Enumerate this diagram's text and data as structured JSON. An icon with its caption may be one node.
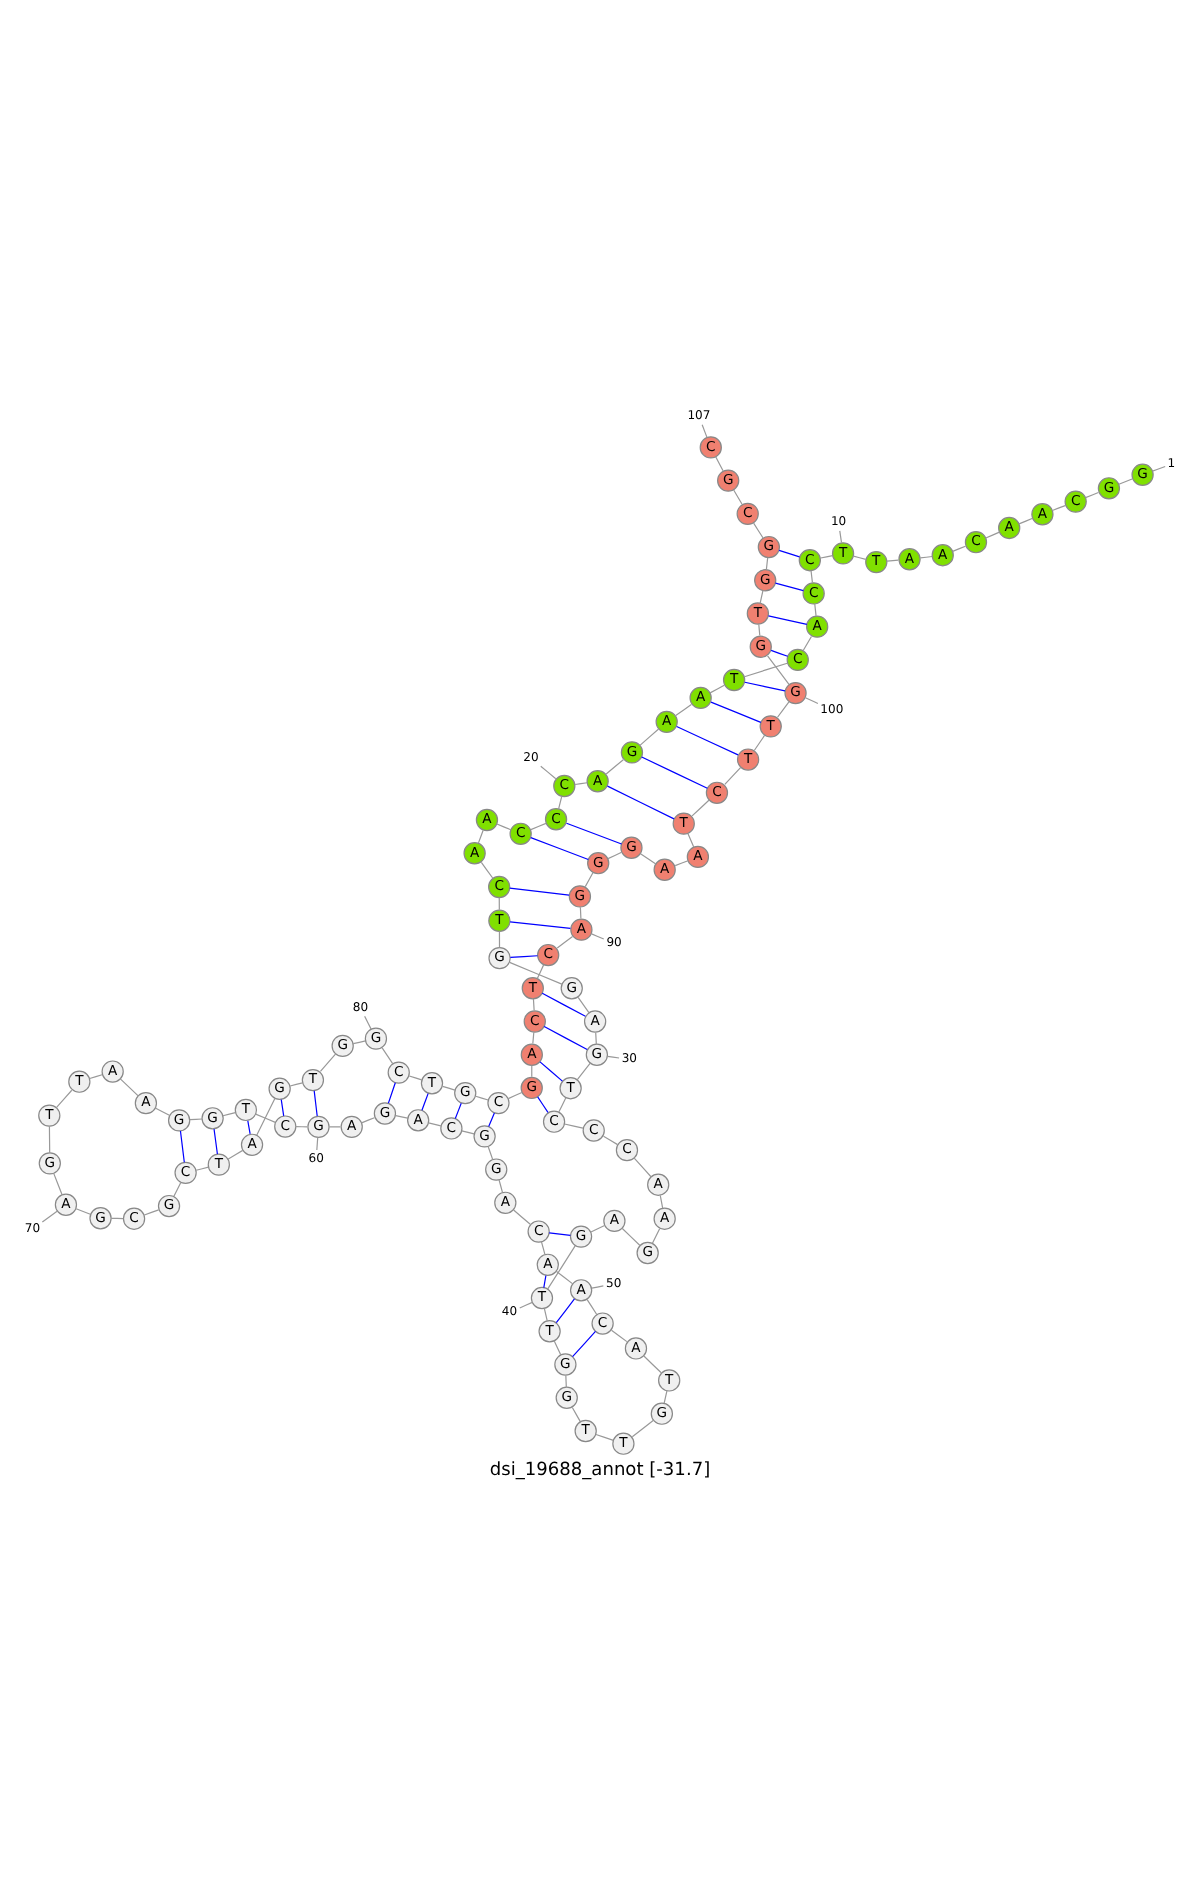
{
  "diagram": {
    "title": "dsi_19688_annot [-31.7]",
    "nodes": [
      {
        "text": [
          "G"
        ]
      },
      {
        "text": [
          "G"
        ]
      },
      {
        "text": [
          "C"
        ]
      },
      {
        "text": [
          "A"
        ]
      },
      {
        "text": [
          "A"
        ]
      },
      {
        "text": [
          "C"
        ]
      },
      {
        "text": [
          "A"
        ]
      },
      {
        "text": [
          "A"
        ]
      },
      {
        "text": [
          "T"
        ]
      },
      {
        "text": [
          "T"
        ]
      },
      {
        "text": [
          "C"
        ]
      },
      {
        "text": [
          "C"
        ]
      },
      {
        "text": [
          "A"
        ]
      },
      {
        "text": [
          "C"
        ]
      },
      {
        "text": [
          "T"
        ]
      },
      {
        "text": [
          "A"
        ]
      },
      {
        "text": [
          "A"
        ]
      },
      {
        "text": [
          "G"
        ]
      },
      {
        "text": [
          "A"
        ]
      },
      {
        "text": [
          "C"
        ]
      },
      {
        "text": [
          "C"
        ]
      },
      {
        "text": [
          "C"
        ]
      },
      {
        "text": [
          "A"
        ]
      },
      {
        "text": [
          "A"
        ]
      },
      {
        "text": [
          "C"
        ]
      },
      {
        "text": [
          "T"
        ]
      },
      {
        "text": [
          "G"
        ]
      },
      {
        "text": [
          "G"
        ]
      },
      {
        "text": [
          "A"
        ]
      },
      {
        "text": [
          "G"
        ]
      },
      {
        "text": [
          "T"
        ]
      },
      {
        "text": [
          "C"
        ]
      },
      {
        "text": [
          "C"
        ]
      },
      {
        "text": [
          "C"
        ]
      },
      {
        "text": [
          "A"
        ]
      },
      {
        "text": [
          "A"
        ]
      },
      {
        "text": [
          "G"
        ]
      },
      {
        "text": [
          "A"
        ]
      },
      {
        "text": [
          "G"
        ]
      },
      {
        "text": [
          "T"
        ]
      },
      {
        "text": [
          "T"
        ]
      },
      {
        "text": [
          "G"
        ]
      },
      {
        "text": [
          "G"
        ]
      },
      {
        "text": [
          "T"
        ]
      },
      {
        "text": [
          "T"
        ]
      },
      {
        "text": [
          "G"
        ]
      },
      {
        "text": [
          "T"
        ]
      },
      {
        "text": [
          "A"
        ]
      },
      {
        "text": [
          "C"
        ]
      },
      {
        "text": [
          "A"
        ]
      },
      {
        "text": [
          "A"
        ]
      },
      {
        "text": [
          "C"
        ]
      },
      {
        "text": [
          "A"
        ]
      },
      {
        "text": [
          "G"
        ]
      },
      {
        "text": [
          "G"
        ]
      },
      {
        "text": [
          "C"
        ]
      },
      {
        "text": [
          "A"
        ]
      },
      {
        "text": [
          "G"
        ]
      },
      {
        "text": [
          "A"
        ]
      },
      {
        "text": [
          "G"
        ]
      },
      {
        "text": [
          "C"
        ]
      },
      {
        "text": [
          "T"
        ]
      },
      {
        "text": [
          "G"
        ]
      },
      {
        "text": [
          "G"
        ]
      },
      {
        "text": [
          "A"
        ]
      },
      {
        "text": [
          "A"
        ]
      },
      {
        "text": [
          "T"
        ]
      },
      {
        "text": [
          "T"
        ]
      },
      {
        "text": [
          "G"
        ]
      },
      {
        "text": [
          "A"
        ]
      },
      {
        "text": [
          "G"
        ]
      },
      {
        "text": [
          "C"
        ]
      },
      {
        "text": [
          "G"
        ]
      },
      {
        "text": [
          "C"
        ]
      },
      {
        "text": [
          "T"
        ]
      },
      {
        "text": [
          "A"
        ]
      },
      {
        "text": [
          "G"
        ]
      },
      {
        "text": [
          "T"
        ]
      },
      {
        "text": [
          "G"
        ]
      },
      {
        "text": [
          "G"
        ]
      },
      {
        "text": [
          "C"
        ]
      },
      {
        "text": [
          "T"
        ]
      },
      {
        "text": [
          "G"
        ]
      },
      {
        "text": [
          "C"
        ]
      },
      {
        "text": [
          "G"
        ]
      },
      {
        "text": [
          "A"
        ]
      },
      {
        "text": [
          "C"
        ]
      },
      {
        "text": [
          "T"
        ]
      },
      {
        "text": [
          "C"
        ]
      },
      {
        "text": [
          "A"
        ]
      },
      {
        "text": [
          "G"
        ]
      },
      {
        "text": [
          "G"
        ]
      },
      {
        "text": [
          "G"
        ]
      },
      {
        "text": [
          "A"
        ]
      },
      {
        "text": [
          "A"
        ]
      },
      {
        "text": [
          "T"
        ]
      },
      {
        "text": [
          "C"
        ]
      },
      {
        "text": [
          "T"
        ]
      },
      {
        "text": [
          "T"
        ]
      },
      {
        "text": [
          "G"
        ]
      },
      {
        "text": [
          "G"
        ]
      },
      {
        "text": [
          "T"
        ]
      },
      {
        "text": [
          "G"
        ]
      },
      {
        "text": [
          "G"
        ]
      },
      {
        "text": [
          "C"
        ]
      },
      {
        "text": [
          "G"
        ]
      },
      {
        "text": [
          "C"
        ]
      },
      {
        "text": [
          "1"
        ]
      },
      {
        "text": [
          "10"
        ]
      },
      {
        "text": [
          "20"
        ]
      },
      {
        "text": [
          "30"
        ]
      },
      {
        "text": [
          "40"
        ]
      },
      {
        "text": [
          "50"
        ]
      },
      {
        "text": [
          "60"
        ]
      },
      {
        "text": [
          "70"
        ]
      },
      {
        "text": [
          "80"
        ]
      },
      {
        "text": [
          "90"
        ]
      },
      {
        "text": [
          "100"
        ]
      },
      {
        "text": [
          "107"
        ]
      }
    ],
    "edges": [
      {
        "from": 0,
        "to": 1,
        "arrow": "none"
      },
      {
        "from": 1,
        "to": 2,
        "arrow": "none"
      },
      {
        "from": 2,
        "to": 3,
        "arrow": "none"
      },
      {
        "from": 3,
        "to": 4,
        "arrow": "none"
      },
      {
        "from": 4,
        "to": 5,
        "arrow": "none"
      },
      {
        "from": 5,
        "to": 6,
        "arrow": "none"
      },
      {
        "from": 6,
        "to": 7,
        "arrow": "none"
      },
      {
        "from": 7,
        "to": 8,
        "arrow": "none"
      },
      {
        "from": 8,
        "to": 9,
        "arrow": "none"
      },
      {
        "from": 9,
        "to": 10,
        "arrow": "none"
      },
      {
        "from": 10,
        "to": 11,
        "arrow": "none"
      },
      {
        "from": 11,
        "to": 12,
        "arrow": "none"
      },
      {
        "from": 12,
        "to": 13,
        "arrow": "none"
      },
      {
        "from": 13,
        "to": 14,
        "arrow": "none"
      },
      {
        "from": 14,
        "to": 15,
        "arrow": "none"
      },
      {
        "from": 15,
        "to": 16,
        "arrow": "none"
      },
      {
        "from": 16,
        "to": 17,
        "arrow": "none"
      },
      {
        "from": 17,
        "to": 18,
        "arrow": "none"
      },
      {
        "from": 18,
        "to": 19,
        "arrow": "none"
      },
      {
        "from": 19,
        "to": 20,
        "arrow": "none"
      },
      {
        "from": 20,
        "to": 21,
        "arrow": "none"
      },
      {
        "from": 21,
        "to": 22,
        "arrow": "none"
      },
      {
        "from": 22,
        "to": 23,
        "arrow": "none"
      },
      {
        "from": 23,
        "to": 24,
        "arrow": "none"
      },
      {
        "from": 24,
        "to": 25,
        "arrow": "none"
      },
      {
        "from": 25,
        "to": 26,
        "arrow": "none"
      },
      {
        "from": 26,
        "to": 27,
        "arrow": "none"
      },
      {
        "from": 27,
        "to": 28,
        "arrow": "none"
      },
      {
        "from": 28,
        "to": 29,
        "arrow": "none"
      },
      {
        "from": 29,
        "to": 30,
        "arrow": "none"
      },
      {
        "from": 30,
        "to": 31,
        "arrow": "none"
      },
      {
        "from": 31,
        "to": 32,
        "arrow": "none"
      },
      {
        "from": 32,
        "to": 33,
        "arrow": "none"
      },
      {
        "from": 33,
        "to": 34,
        "arrow": "none"
      },
      {
        "from": 34,
        "to": 35,
        "arrow": "none"
      },
      {
        "from": 35,
        "to": 36,
        "arrow": "none"
      },
      {
        "from": 36,
        "to": 37,
        "arrow": "none"
      },
      {
        "from": 37,
        "to": 38,
        "arrow": "none"
      },
      {
        "from": 38,
        "to": 39,
        "arrow": "none"
      },
      {
        "from": 39,
        "to": 40,
        "arrow": "none"
      },
      {
        "from": 40,
        "to": 41,
        "arrow": "none"
      },
      {
        "from": 41,
        "to": 42,
        "arrow": "none"
      },
      {
        "from": 42,
        "to": 43,
        "arrow": "none"
      },
      {
        "from": 43,
        "to": 44,
        "arrow": "none"
      },
      {
        "from": 44,
        "to": 45,
        "arrow": "none"
      },
      {
        "from": 45,
        "to": 46,
        "arrow": "none"
      },
      {
        "from": 46,
        "to": 47,
        "arrow": "none"
      },
      {
        "from": 47,
        "to": 48,
        "arrow": "none"
      },
      {
        "from": 48,
        "to": 49,
        "arrow": "none"
      },
      {
        "from": 49,
        "to": 50,
        "arrow": "none"
      },
      {
        "from": 50,
        "to": 51,
        "arrow": "none"
      },
      {
        "from": 51,
        "to": 52,
        "arrow": "none"
      },
      {
        "from": 52,
        "to": 53,
        "arrow": "none"
      },
      {
        "from": 53,
        "to": 54,
        "arrow": "none"
      },
      {
        "from": 54,
        "to": 55,
        "arrow": "none"
      },
      {
        "from": 55,
        "to": 56,
        "arrow": "none"
      },
      {
        "from": 56,
        "to": 57,
        "arrow": "none"
      },
      {
        "from": 57,
        "to": 58,
        "arrow": "none"
      },
      {
        "from": 58,
        "to": 59,
        "arrow": "none"
      },
      {
        "from": 59,
        "to": 60,
        "arrow": "none"
      },
      {
        "from": 60,
        "to": 61,
        "arrow": "none"
      },
      {
        "from": 61,
        "to": 62,
        "arrow": "none"
      },
      {
        "from": 62,
        "to": 63,
        "arrow": "none"
      },
      {
        "from": 63,
        "to": 64,
        "arrow": "none"
      },
      {
        "from": 64,
        "to": 65,
        "arrow": "none"
      },
      {
        "from": 65,
        "to": 66,
        "arrow": "none"
      },
      {
        "from": 66,
        "to": 67,
        "arrow": "none"
      },
      {
        "from": 67,
        "to": 68,
        "arrow": "none"
      },
      {
        "from": 68,
        "to": 69,
        "arrow": "none"
      },
      {
        "from": 69,
        "to": 70,
        "arrow": "none"
      },
      {
        "from": 70,
        "to": 71,
        "arrow": "none"
      },
      {
        "from": 71,
        "to": 72,
        "arrow": "none"
      },
      {
        "from": 72,
        "to": 73,
        "arrow": "none"
      },
      {
        "from": 73,
        "to": 74,
        "arrow": "none"
      },
      {
        "from": 74,
        "to": 75,
        "arrow": "none"
      },
      {
        "from": 75,
        "to": 76,
        "arrow": "none"
      },
      {
        "from": 76,
        "to": 77,
        "arrow": "none"
      },
      {
        "from": 77,
        "to": 78,
        "arrow": "none"
      },
      {
        "from": 78,
        "to": 79,
        "arrow": "none"
      },
      {
        "from": 79,
        "to": 80,
        "arrow": "none"
      },
      {
        "from": 80,
        "to": 81,
        "arrow": "none"
      },
      {
        "from": 81,
        "to": 82,
        "arrow": "none"
      },
      {
        "from": 82,
        "to": 83,
        "arrow": "none"
      },
      {
        "from": 83,
        "to": 84,
        "arrow": "none"
      },
      {
        "from": 84,
        "to": 85,
        "arrow": "none"
      },
      {
        "from": 85,
        "to": 86,
        "arrow": "none"
      },
      {
        "from": 86,
        "to": 87,
        "arrow": "none"
      },
      {
        "from": 87,
        "to": 88,
        "arrow": "none"
      },
      {
        "from": 88,
        "to": 89,
        "arrow": "none"
      },
      {
        "from": 89,
        "to": 90,
        "arrow": "none"
      },
      {
        "from": 90,
        "to": 91,
        "arrow": "none"
      },
      {
        "from": 91,
        "to": 92,
        "arrow": "none"
      },
      {
        "from": 92,
        "to": 93,
        "arrow": "none"
      },
      {
        "from": 93,
        "to": 94,
        "arrow": "none"
      },
      {
        "from": 94,
        "to": 95,
        "arrow": "none"
      },
      {
        "from": 95,
        "to": 96,
        "arrow": "none"
      },
      {
        "from": 96,
        "to": 97,
        "arrow": "none"
      },
      {
        "from": 97,
        "to": 98,
        "arrow": "none"
      },
      {
        "from": 98,
        "to": 99,
        "arrow": "none"
      },
      {
        "from": 99,
        "to": 100,
        "arrow": "none"
      },
      {
        "from": 100,
        "to": 101,
        "arrow": "none"
      },
      {
        "from": 101,
        "to": 102,
        "arrow": "none"
      },
      {
        "from": 102,
        "to": 103,
        "arrow": "none"
      },
      {
        "from": 103,
        "to": 104,
        "arrow": "none"
      },
      {
        "from": 104,
        "to": 105,
        "arrow": "none"
      },
      {
        "from": 105,
        "to": 106,
        "arrow": "none"
      },
      {
        "from": 10,
        "to": 103,
        "arrow": "none",
        "color": "#0000ff"
      },
      {
        "from": 11,
        "to": 102,
        "arrow": "none",
        "color": "#0000ff"
      },
      {
        "from": 12,
        "to": 101,
        "arrow": "none",
        "color": "#0000ff"
      },
      {
        "from": 13,
        "to": 100,
        "arrow": "none",
        "color": "#0000ff"
      },
      {
        "from": 14,
        "to": 99,
        "arrow": "none",
        "color": "#0000ff"
      },
      {
        "from": 15,
        "to": 98,
        "arrow": "none",
        "color": "#0000ff"
      },
      {
        "from": 16,
        "to": 97,
        "arrow": "none",
        "color": "#0000ff"
      },
      {
        "from": 17,
        "to": 96,
        "arrow": "none",
        "color": "#0000ff"
      },
      {
        "from": 18,
        "to": 95,
        "arrow": "none",
        "color": "#0000ff"
      },
      {
        "from": 20,
        "to": 92,
        "arrow": "none",
        "color": "#0000ff"
      },
      {
        "from": 21,
        "to": 91,
        "arrow": "none",
        "color": "#0000ff"
      },
      {
        "from": 24,
        "to": 90,
        "arrow": "none",
        "color": "#0000ff"
      },
      {
        "from": 25,
        "to": 89,
        "arrow": "none",
        "color": "#0000ff"
      },
      {
        "from": 26,
        "to": 88,
        "arrow": "none",
        "color": "#0000ff"
      },
      {
        "from": 28,
        "to": 87,
        "arrow": "none",
        "color": "#0000ff"
      },
      {
        "from": 29,
        "to": 86,
        "arrow": "none",
        "color": "#0000ff"
      },
      {
        "from": 30,
        "to": 85,
        "arrow": "none",
        "color": "#0000ff"
      },
      {
        "from": 31,
        "to": 84,
        "arrow": "none",
        "color": "#0000ff"
      },
      {
        "from": 38,
        "to": 51,
        "arrow": "none",
        "color": "#0000ff"
      },
      {
        "from": 39,
        "to": 50,
        "arrow": "none",
        "color": "#0000ff"
      },
      {
        "from": 40,
        "to": 49,
        "arrow": "none",
        "color": "#0000ff"
      },
      {
        "from": 41,
        "to": 48,
        "arrow": "none",
        "color": "#0000ff"
      },
      {
        "from": 54,
        "to": 83,
        "arrow": "none",
        "color": "#0000ff"
      },
      {
        "from": 55,
        "to": 82,
        "arrow": "none",
        "color": "#0000ff"
      },
      {
        "from": 56,
        "to": 81,
        "arrow": "none",
        "color": "#0000ff"
      },
      {
        "from": 57,
        "to": 80,
        "arrow": "none",
        "color": "#0000ff"
      },
      {
        "from": 59,
        "to": 77,
        "arrow": "none",
        "color": "#0000ff"
      },
      {
        "from": 60,
        "to": 76,
        "arrow": "none",
        "color": "#0000ff"
      },
      {
        "from": 61,
        "to": 75,
        "arrow": "none",
        "color": "#0000ff"
      },
      {
        "from": 62,
        "to": 74,
        "arrow": "none",
        "color": "#0000ff"
      },
      {
        "from": 63,
        "to": 73,
        "arrow": "none",
        "color": "#0000ff"
      },
      {
        "from": 107,
        "to": 0,
        "arrow": "none"
      },
      {
        "from": 108,
        "to": 9,
        "arrow": "none"
      },
      {
        "from": 109,
        "to": 19,
        "arrow": "none"
      },
      {
        "from": 110,
        "to": 29,
        "arrow": "none"
      },
      {
        "from": 111,
        "to": 39,
        "arrow": "none"
      },
      {
        "from": 112,
        "to": 49,
        "arrow": "none"
      },
      {
        "from": 113,
        "to": 59,
        "arrow": "none"
      },
      {
        "from": 114,
        "to": 69,
        "arrow": "none"
      },
      {
        "from": 115,
        "to": 79,
        "arrow": "none"
      },
      {
        "from": 116,
        "to": 89,
        "arrow": "none"
      },
      {
        "from": 117,
        "to": 99,
        "arrow": "none"
      },
      {
        "from": 118,
        "to": 106,
        "arrow": "none"
      }
    ]
  }
}
